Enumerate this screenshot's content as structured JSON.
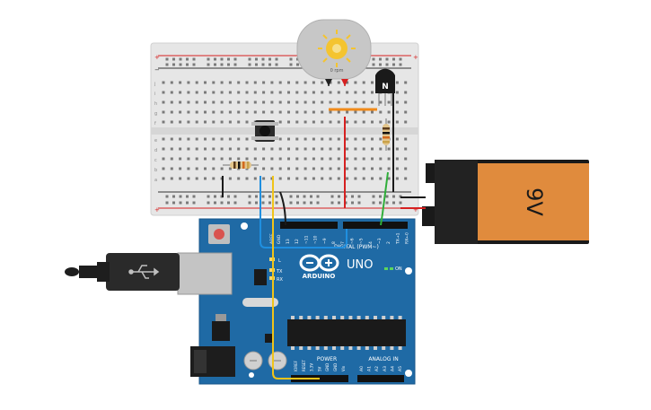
{
  "motor": {
    "speed_label": "0 rpm"
  },
  "transistor": {
    "label": "N"
  },
  "battery": {
    "label": "9V"
  },
  "arduino": {
    "logo_text": "ARDUINO",
    "model": "UNO",
    "on_label": "ON",
    "aref_label": "AREF",
    "gnd_label": "GND",
    "digital_label": "DIGITAL (PWM~)",
    "digital_pins": [
      "13",
      "12",
      "~11",
      "~10",
      "~9",
      "8",
      "7",
      "~6",
      "~5",
      "4",
      "~3",
      "2",
      "TX→1",
      "RX←0"
    ],
    "power_label": "POWER",
    "power_pins": [
      "IOREF",
      "RESET",
      "3.3V",
      "5V",
      "GND",
      "GND",
      "Vin"
    ],
    "analog_label": "ANALOG IN",
    "analog_pins": [
      "A0",
      "A1",
      "A2",
      "A3",
      "A4",
      "A5"
    ],
    "led_labels": [
      "L",
      "TX",
      "RX"
    ]
  },
  "breadboard": {
    "row_letters_top": [
      "j",
      "i",
      "h",
      "g",
      "f"
    ],
    "row_letters_bottom": [
      "e",
      "d",
      "c",
      "b",
      "a"
    ]
  },
  "colors": {
    "board_blue": "#1f6aa5",
    "breadboard": "#e8e8e8",
    "wire_red": "#d62020",
    "wire_yellow": "#f0c419",
    "wire_blue": "#1f8fe0",
    "wire_green": "#2fae3a",
    "wire_orange": "#f08a1a",
    "battery_orange": "#e08b3d"
  }
}
